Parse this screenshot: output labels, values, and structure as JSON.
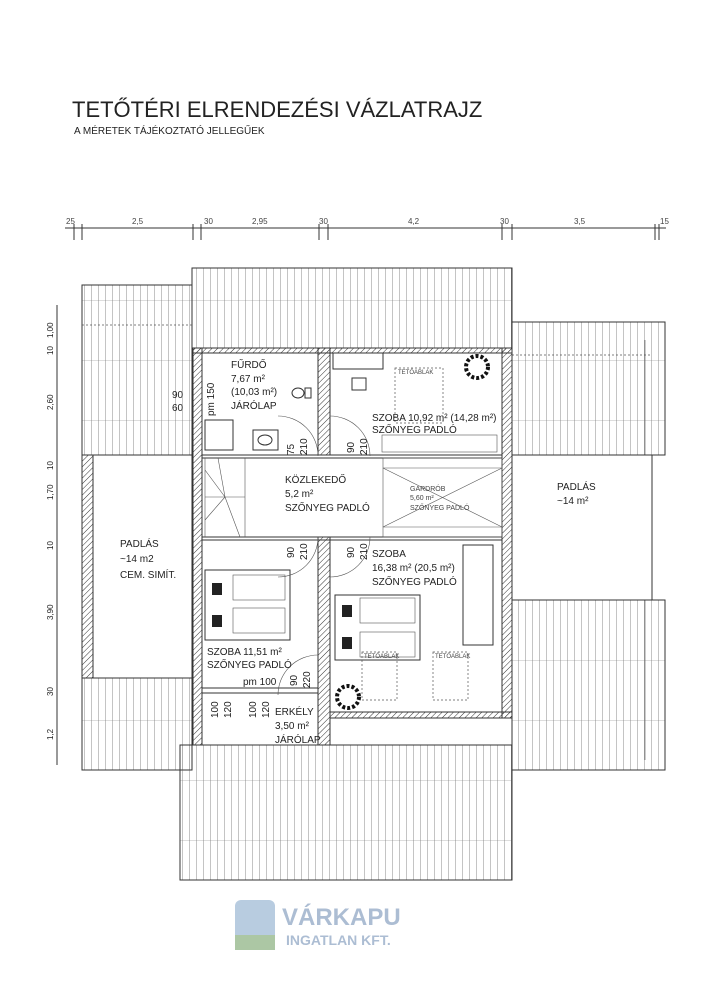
{
  "title": "TETŐTÉRI ELRENDEZÉSI VÁZLATRAJZ",
  "subtitle": "A MÉRETEK TÁJÉKOZTATÓ JELLEGŰEK",
  "dimensions_top": [
    "25",
    "2,5",
    "30",
    "2,95",
    "30",
    "4,2",
    "30",
    "3,5",
    "15"
  ],
  "dimensions_left": [
    "1,00",
    "10",
    "2,60",
    "10",
    "1,70",
    "10",
    "3,90",
    "30",
    "1,2"
  ],
  "rooms": {
    "furdo": {
      "name": "FŰRDŐ",
      "area": "7,67 m²",
      "gross": "(10,03 m²)",
      "floor": "JÁRÓLAP"
    },
    "szoba1": {
      "name": "SZOBA 10,92 m² (14,28 m²)",
      "floor": "SZŐNYEG PADLÓ"
    },
    "kozlekedo": {
      "name": "KÖZLEKEDŐ",
      "area": "5,2 m²",
      "floor": "SZŐNYEG PADLÓ"
    },
    "gardrob": {
      "name": "GARDRÓB",
      "area": "5,60 m²",
      "floor": "SZŐNYEG PADLÓ"
    },
    "padlas_right": {
      "name": "PADLÁS",
      "area": "~14 m²"
    },
    "padlas_left": {
      "name": "PADLÁS",
      "area": "~14 m2",
      "floor": "CEM. SIMÍT."
    },
    "szoba2": {
      "name": "SZOBA",
      "area": "16,38 m² (20,5 m²)",
      "floor": "SZŐNYEG PADLÓ"
    },
    "szoba3": {
      "name": "SZOBA 11,51 m²",
      "floor": "SZŐNYEG PADLÓ"
    },
    "erkely": {
      "name": "ERKÉLY",
      "area": "3,50 m²",
      "floor": "JÁRÓLAP"
    }
  },
  "openings": {
    "win_w": "90",
    "win_h": "60",
    "pm150": "pm 150",
    "door1": [
      "75",
      "210"
    ],
    "door2": [
      "90",
      "210"
    ],
    "door3": [
      "90",
      "210"
    ],
    "door4": [
      "90",
      "210"
    ],
    "door5": [
      "90",
      "220"
    ],
    "pm100": "pm 100",
    "erk1": [
      "100",
      "120"
    ],
    "erk2": [
      "100",
      "120"
    ]
  },
  "skylight_label": "TETŐABLAK",
  "watermark": {
    "line1": "VÁRKAPU",
    "line2": "INGATLAN KFT."
  }
}
